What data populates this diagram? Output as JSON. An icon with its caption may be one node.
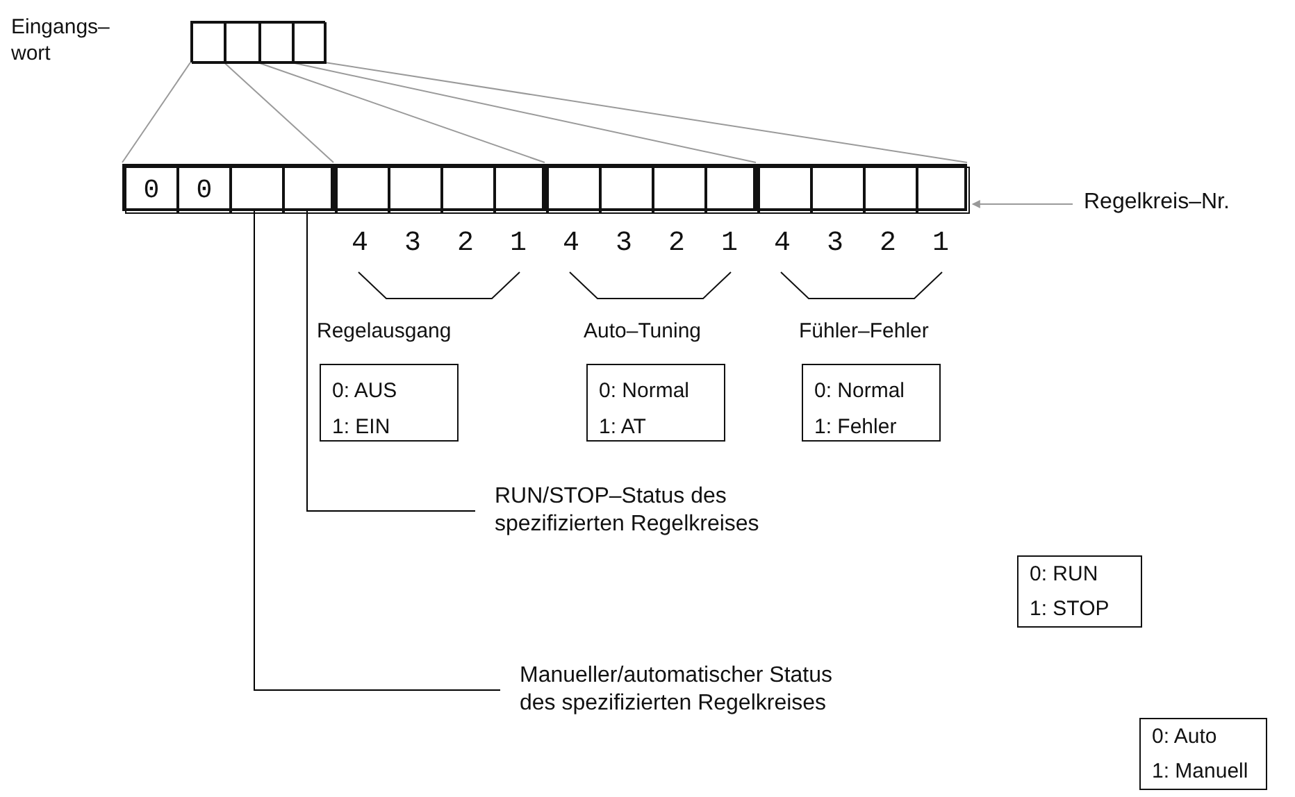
{
  "diagram": {
    "nodes": [
      {
        "text": [],
        "shape": "box",
        "beside": [
          "Eingangs– wort"
        ]
      },
      {
        "text": [],
        "shape": "box",
        "in": 0
      },
      {
        "text": [],
        "shape": "box",
        "in": 0
      },
      {
        "text": [],
        "shape": "box",
        "in": 0
      },
      {
        "text": [],
        "shape": "box",
        "in": 0
      },
      {
        "text": [],
        "shape": "box"
      },
      {
        "text": [],
        "shape": "box"
      },
      {
        "text": [],
        "shape": "box"
      },
      {
        "text": [],
        "shape": "box"
      },
      {
        "text": [
          "0"
        ],
        "in": 5
      },
      {
        "text": [
          "0"
        ],
        "in": 5
      },
      {
        "text": [],
        "shape": "box",
        "in": 5
      },
      {
        "text": [],
        "shape": "box",
        "in": 5
      },
      {
        "text": [],
        "shape": "box",
        "in": 6
      },
      {
        "text": [],
        "shape": "box",
        "in": 6
      },
      {
        "text": [],
        "shape": "box",
        "in": 6
      },
      {
        "text": [],
        "shape": "box",
        "in": 6
      },
      {
        "text": [],
        "shape": "box",
        "in": 7
      },
      {
        "text": [],
        "shape": "box",
        "in": 7
      },
      {
        "text": [],
        "shape": "box",
        "in": 7
      },
      {
        "text": [],
        "shape": "box",
        "in": 7
      },
      {
        "text": [],
        "shape": "box",
        "in": 8
      },
      {
        "text": [],
        "shape": "box",
        "in": 8
      },
      {
        "text": [],
        "shape": "box",
        "in": 8
      },
      {
        "text": [],
        "shape": "box",
        "in": 8
      },
      {
        "text": [
          "Regelkreis–Nr."
        ]
      },
      {
        "text": [
          "Regelausgang",
          "0: AUS",
          "1: EIN"
        ]
      },
      {
        "text": [
          "Auto–Tuning",
          "0: Normal",
          "1: AT"
        ]
      },
      {
        "text": [
          "Fühler–Fehler",
          "0: Normal",
          "1: Fehler"
        ]
      },
      {
        "text": [
          "RUN/STOP–Status des spezifizierten Regelkreises"
        ]
      },
      {
        "text": [
          "0: RUN",
          "1: STOP"
        ]
      },
      {
        "text": [
          "Manueller/automatischer Status des spezifizierten Regelkreises"
        ]
      },
      {
        "text": [
          "0: Auto",
          "1: Manuell"
        ]
      }
    ],
    "edges": [
      {
        "from": 1,
        "to": 5,
        "arrow": "none"
      },
      {
        "from": 1,
        "to": 5,
        "arrow": "none"
      },
      {
        "from": 2,
        "to": 6,
        "arrow": "none"
      },
      {
        "from": 3,
        "to": 7,
        "arrow": "none"
      },
      {
        "from": 4,
        "to": 8,
        "arrow": "none"
      },
      {
        "from": 25,
        "to": 24,
        "arrow": "to"
      },
      {
        "from": 12,
        "to": 29,
        "arrow": "none",
        "color": "#000000"
      },
      {
        "from": 11,
        "to": 31,
        "arrow": "none",
        "color": "#000000"
      }
    ],
    "labels": [
      "4",
      "3",
      "2",
      "1",
      "4",
      "3",
      "2",
      "1",
      "4",
      "3",
      "2",
      "1"
    ]
  }
}
